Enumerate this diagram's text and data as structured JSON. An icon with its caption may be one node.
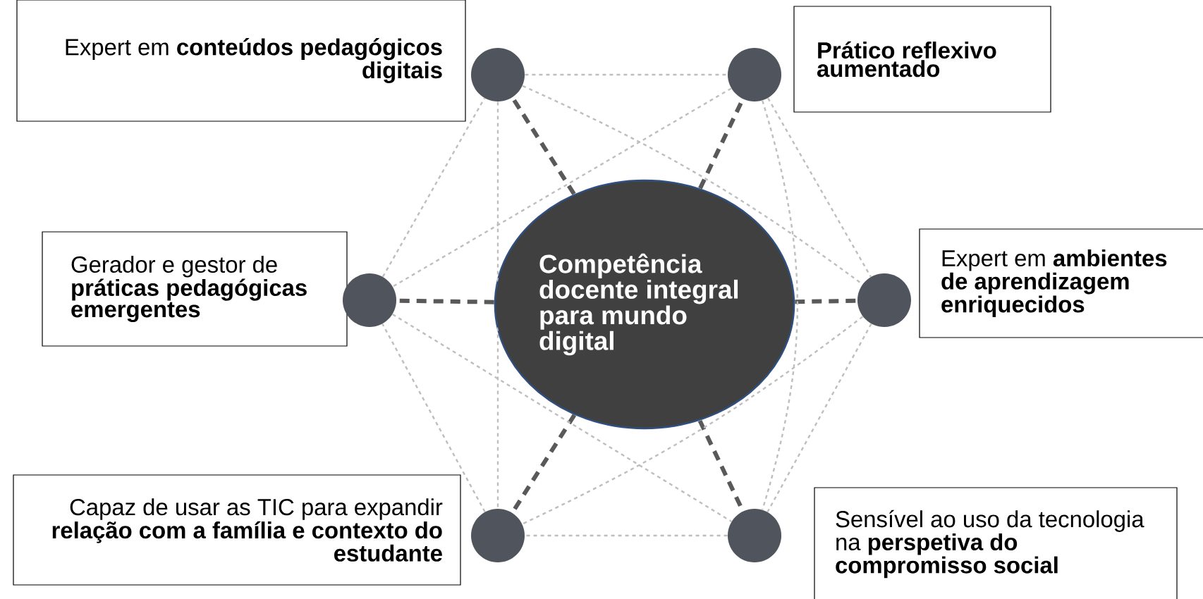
{
  "diagram": {
    "nodes": [
      {
        "text": [
          "Expert em **conteúdos pedagógicos digitais**"
        ]
      },
      {
        "text": [
          "Prático reflexivo aumentado"
        ]
      },
      {
        "text": [
          "Gerador e gestor de **práticas pedagógicas emergentes**"
        ]
      },
      {
        "text": [
          "Competência docente integral para mundo digital"
        ]
      },
      {
        "text": [
          "Expert em **ambientes de aprendizagem enriquecidos**"
        ]
      },
      {
        "text": [
          "Capaz de usar as TIC para expandir **relação com a família e contexto do estudante**"
        ]
      },
      {
        "text": [
          "Sensível ao uso da tecnologia na **perspetiva do compromisso social**"
        ]
      },
      {
        "text": [],
        "shape": "circle"
      },
      {
        "text": [],
        "shape": "circle"
      },
      {
        "text": [],
        "shape": "circle"
      },
      {
        "text": [],
        "shape": "circle"
      },
      {
        "text": [],
        "shape": "circle"
      },
      {
        "text": [],
        "shape": "circle"
      }
    ],
    "edges": [
      {
        "from": 3,
        "to": 7,
        "arrow": "none",
        "style": "dashed",
        "color": "#595959"
      },
      {
        "from": 3,
        "to": 8,
        "arrow": "none",
        "style": "dashed",
        "color": "#595959"
      },
      {
        "from": 3,
        "to": 9,
        "arrow": "none",
        "style": "dashed",
        "color": "#595959"
      },
      {
        "from": 3,
        "to": 10,
        "arrow": "none",
        "style": "dashed",
        "color": "#595959"
      },
      {
        "from": 3,
        "to": 11,
        "arrow": "none",
        "style": "dashed",
        "color": "#595959"
      },
      {
        "from": 3,
        "to": 12,
        "arrow": "none",
        "style": "dashed",
        "color": "#595959"
      },
      {
        "from": 7,
        "to": 8,
        "arrow": "none"
      },
      {
        "from": 8,
        "to": 10,
        "arrow": "none"
      },
      {
        "from": 10,
        "to": 12,
        "arrow": "none"
      },
      {
        "from": 12,
        "to": 11,
        "arrow": "none"
      },
      {
        "from": 11,
        "to": 9,
        "arrow": "none"
      },
      {
        "from": 9,
        "to": 7,
        "arrow": "none"
      },
      {
        "from": 7,
        "to": 11,
        "arrow": "none"
      },
      {
        "from": 8,
        "to": 12,
        "arrow": "none"
      },
      {
        "from": 7,
        "to": 10,
        "arrow": "none"
      },
      {
        "from": 8,
        "to": 9,
        "arrow": "none"
      },
      {
        "from": 9,
        "to": 12,
        "arrow": "none"
      },
      {
        "from": 10,
        "to": 11,
        "arrow": "none"
      }
    ]
  }
}
